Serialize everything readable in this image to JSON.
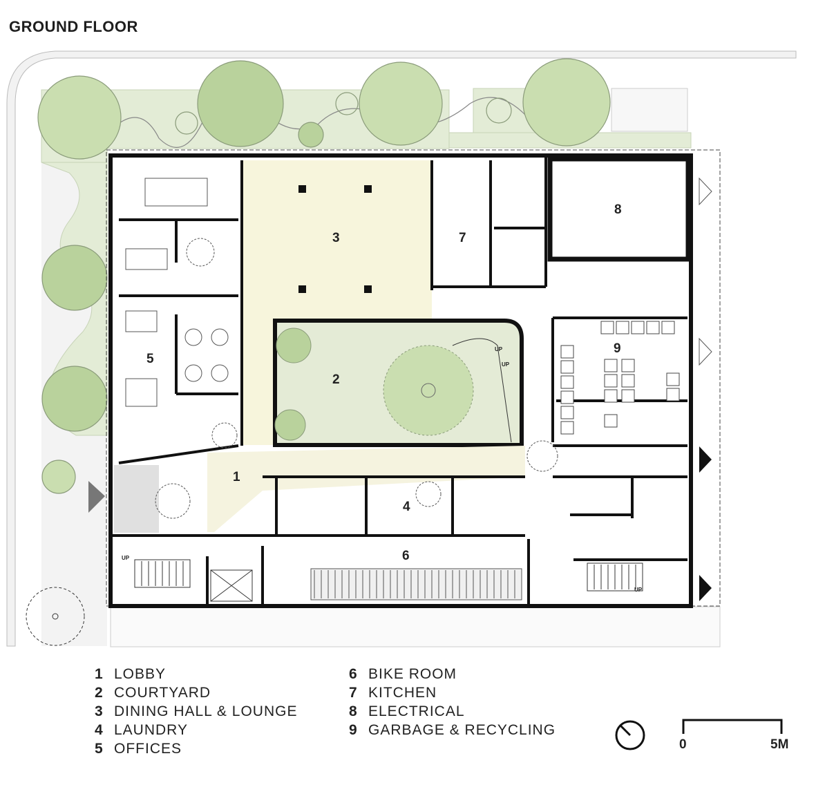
{
  "title": "GROUND FLOOR",
  "rooms": [
    {
      "id": "1",
      "name": "LOBBY"
    },
    {
      "id": "2",
      "name": "COURTYARD"
    },
    {
      "id": "3",
      "name": "DINING HALL & LOUNGE"
    },
    {
      "id": "4",
      "name": "LAUNDRY"
    },
    {
      "id": "5",
      "name": "OFFICES"
    },
    {
      "id": "6",
      "name": "BIKE ROOM"
    },
    {
      "id": "7",
      "name": "KITCHEN"
    },
    {
      "id": "8",
      "name": "ELECTRICAL"
    },
    {
      "id": "9",
      "name": "GARBAGE & RECYCLING"
    }
  ],
  "stair_label": "UP",
  "scale": {
    "start": "0",
    "end": "5M"
  },
  "colors": {
    "landscape_green": "#dfe9cf",
    "tree_green": "#c3d8a8",
    "hall_yellow": "#f7f5dc",
    "wall": "#111111",
    "sidewalk": "#eeeeee"
  },
  "icons": {
    "north_arrow": "north-arrow-icon",
    "entry_arrow": "entry-arrow-icon",
    "tree": "tree-icon"
  }
}
